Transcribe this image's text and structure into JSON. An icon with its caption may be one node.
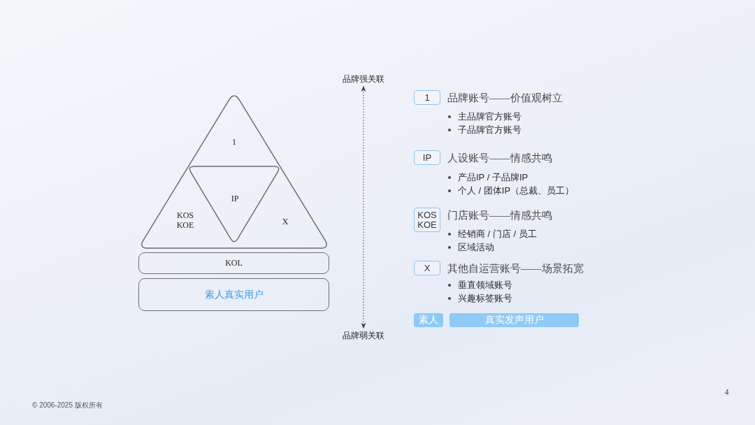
{
  "diagram": {
    "nodes": [
      {
        "text": [
          "1",
          "KOS KOE",
          "X"
        ]
      },
      {
        "text": [
          "IP"
        ],
        "in": 0
      },
      {
        "text": [
          "KOL"
        ]
      },
      {
        "text": [
          "素人真实用户"
        ]
      },
      {
        "text": [
          "品牌强关联"
        ]
      },
      {
        "text": [
          "品牌弱关联"
        ]
      },
      {
        "text": [
          "1"
        ],
        "beside": [
          "品牌账号——价值观树立"
        ]
      },
      {
        "text": [
          "IP"
        ],
        "beside": [
          "人设账号——情感共鸣"
        ]
      },
      {
        "text": [
          "KOS KOE"
        ],
        "beside": [
          "门店账号——情感共鸣"
        ]
      },
      {
        "text": [
          "X"
        ],
        "beside": [
          "其他自运营账号——场景拓宽"
        ]
      },
      {
        "text": [
          "素人"
        ]
      },
      {
        "text": [
          "真实发声用户"
        ]
      }
    ],
    "edges": [
      {
        "from": 4,
        "to": 5,
        "arrow": "both",
        "style": "dashed"
      }
    ],
    "labels": [
      "主品牌官方账号",
      "子品牌官方账号",
      "产品IP / 子品牌IP",
      "个人 / 团体IP（总裁、员工）",
      "经销商 / 门店 / 员工",
      "区域活动",
      "垂直领域账号",
      "兴趣标签账号",
      "4",
      "© 2006-2025 版权所有"
    ]
  }
}
